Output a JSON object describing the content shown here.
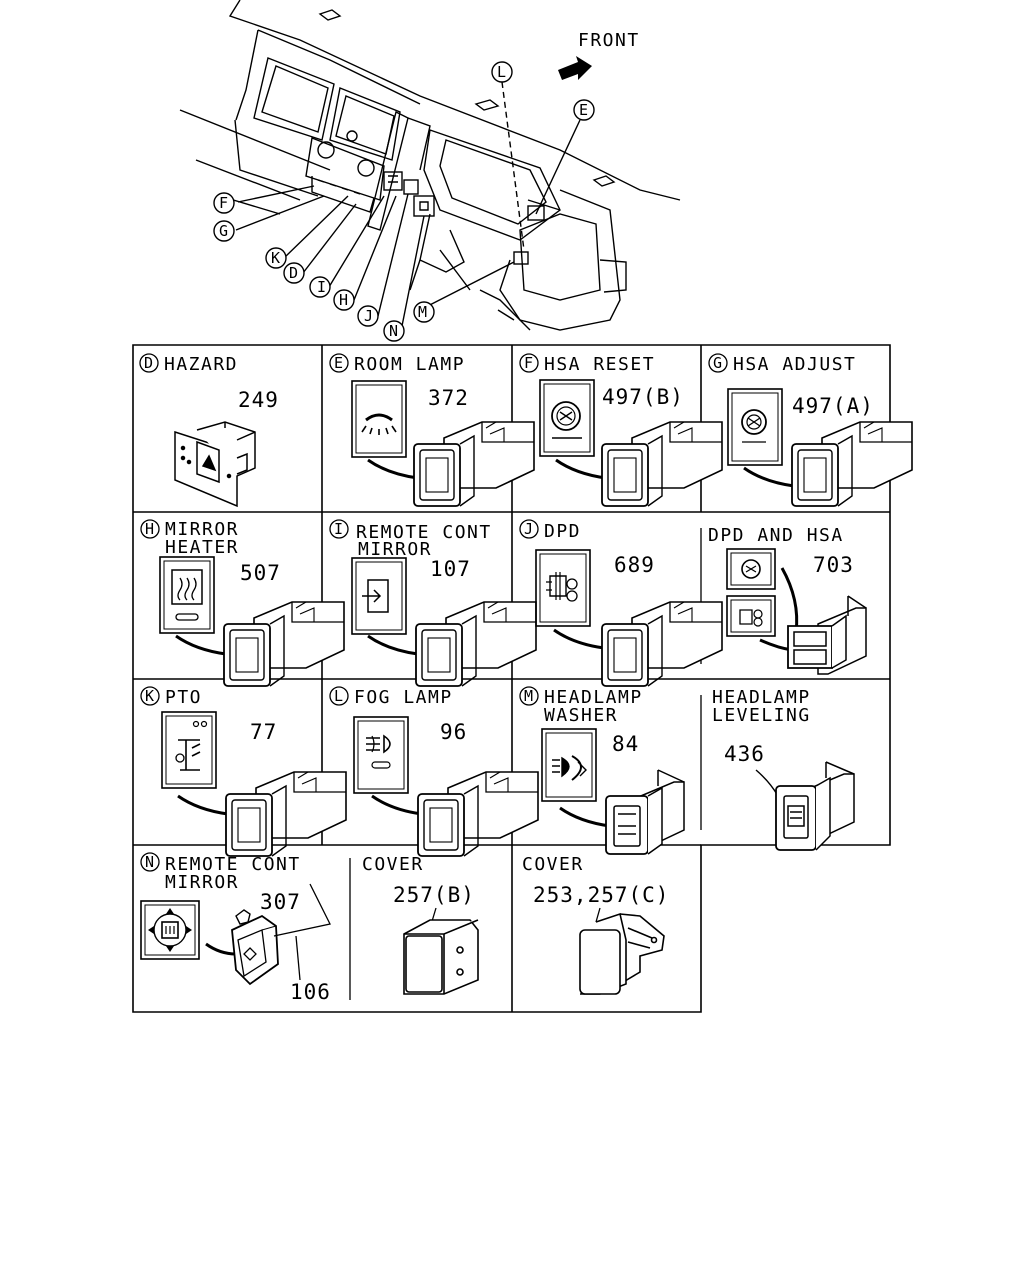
{
  "dashboard": {
    "front_label": "FRONT",
    "callouts": [
      "L",
      "E",
      "F",
      "G",
      "K",
      "D",
      "I",
      "H",
      "J",
      "N",
      "M"
    ]
  },
  "cells": {
    "D": {
      "letter": "D",
      "title": "HAZARD",
      "title2": "",
      "part": "249"
    },
    "E": {
      "letter": "E",
      "title": "ROOM LAMP",
      "title2": "",
      "part": "372"
    },
    "F": {
      "letter": "F",
      "title": "HSA RESET",
      "title2": "",
      "part": "497(B)"
    },
    "G": {
      "letter": "G",
      "title": "HSA ADJUST",
      "title2": "",
      "part": "497(A)"
    },
    "H": {
      "letter": "H",
      "title": "MIRROR",
      "title2": "HEATER",
      "part": "507"
    },
    "I": {
      "letter": "I",
      "title": "REMOTE CONT",
      "title2": "MIRROR",
      "part": "107"
    },
    "J": {
      "letter": "J",
      "title": "DPD",
      "title2": "",
      "part": "689"
    },
    "J2": {
      "letter": "",
      "title": "DPD AND HSA",
      "title2": "",
      "part": "703"
    },
    "K": {
      "letter": "K",
      "title": "PTO",
      "title2": "",
      "part": "77"
    },
    "L": {
      "letter": "L",
      "title": "FOG LAMP",
      "title2": "",
      "part": "96"
    },
    "M": {
      "letter": "M",
      "title": "HEADLAMP",
      "title2": "WASHER",
      "part": "84"
    },
    "M2": {
      "letter": "",
      "title": "HEADLAMP",
      "title2": "LEVELING",
      "part": "436"
    },
    "N": {
      "letter": "N",
      "title": "REMOTE CONT",
      "title2": "MIRROR",
      "part": "307",
      "part2": "106"
    },
    "C1": {
      "letter": "",
      "title": "COVER",
      "title2": "",
      "part": "257(B)"
    },
    "C2": {
      "letter": "",
      "title": "COVER",
      "title2": "",
      "part": "253,257(C)"
    }
  }
}
